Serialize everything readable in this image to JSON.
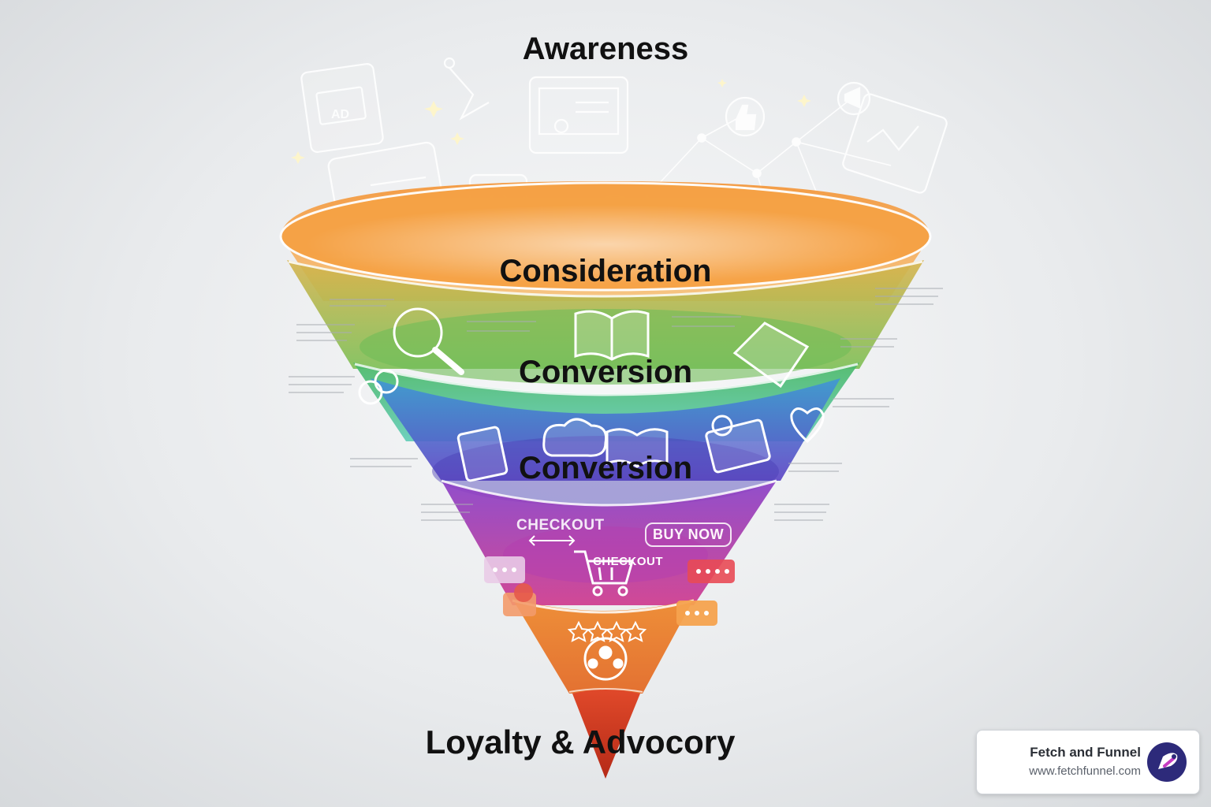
{
  "stages": {
    "awareness": "Awareness",
    "consideration": "Consideration",
    "conversion_1": "Conversion",
    "conversion_2": "Conversion",
    "loyalty": "Loyalty & Advocory"
  },
  "tags": {
    "checkout": "CHECKOUT",
    "buy_now": "BUY NOW",
    "cart_checkout": "CHECKOUT",
    "ad": "AD"
  },
  "brand": {
    "name": "Fetch and Funnel",
    "url": "www.fetchfunnel.com"
  },
  "colors": {
    "orange": "#f7a13e",
    "yellow_green": "#a9c24a",
    "green": "#43b66a",
    "blue": "#3d74cf",
    "purple": "#7c46c9",
    "magenta": "#c23db0",
    "orange_bottom": "#e8772d",
    "tip_red": "#c9371d",
    "brand_navy": "#2d2a7a"
  },
  "icons": [
    "ad-tablet-icon",
    "laptop-icon",
    "thumbs-up-icon",
    "network-icon",
    "magnifier-icon",
    "open-book-icon",
    "chat-bubble-icon",
    "shopping-cart-icon",
    "star-rating-icon",
    "community-icon",
    "heart-icon",
    "profile-card-icon"
  ]
}
